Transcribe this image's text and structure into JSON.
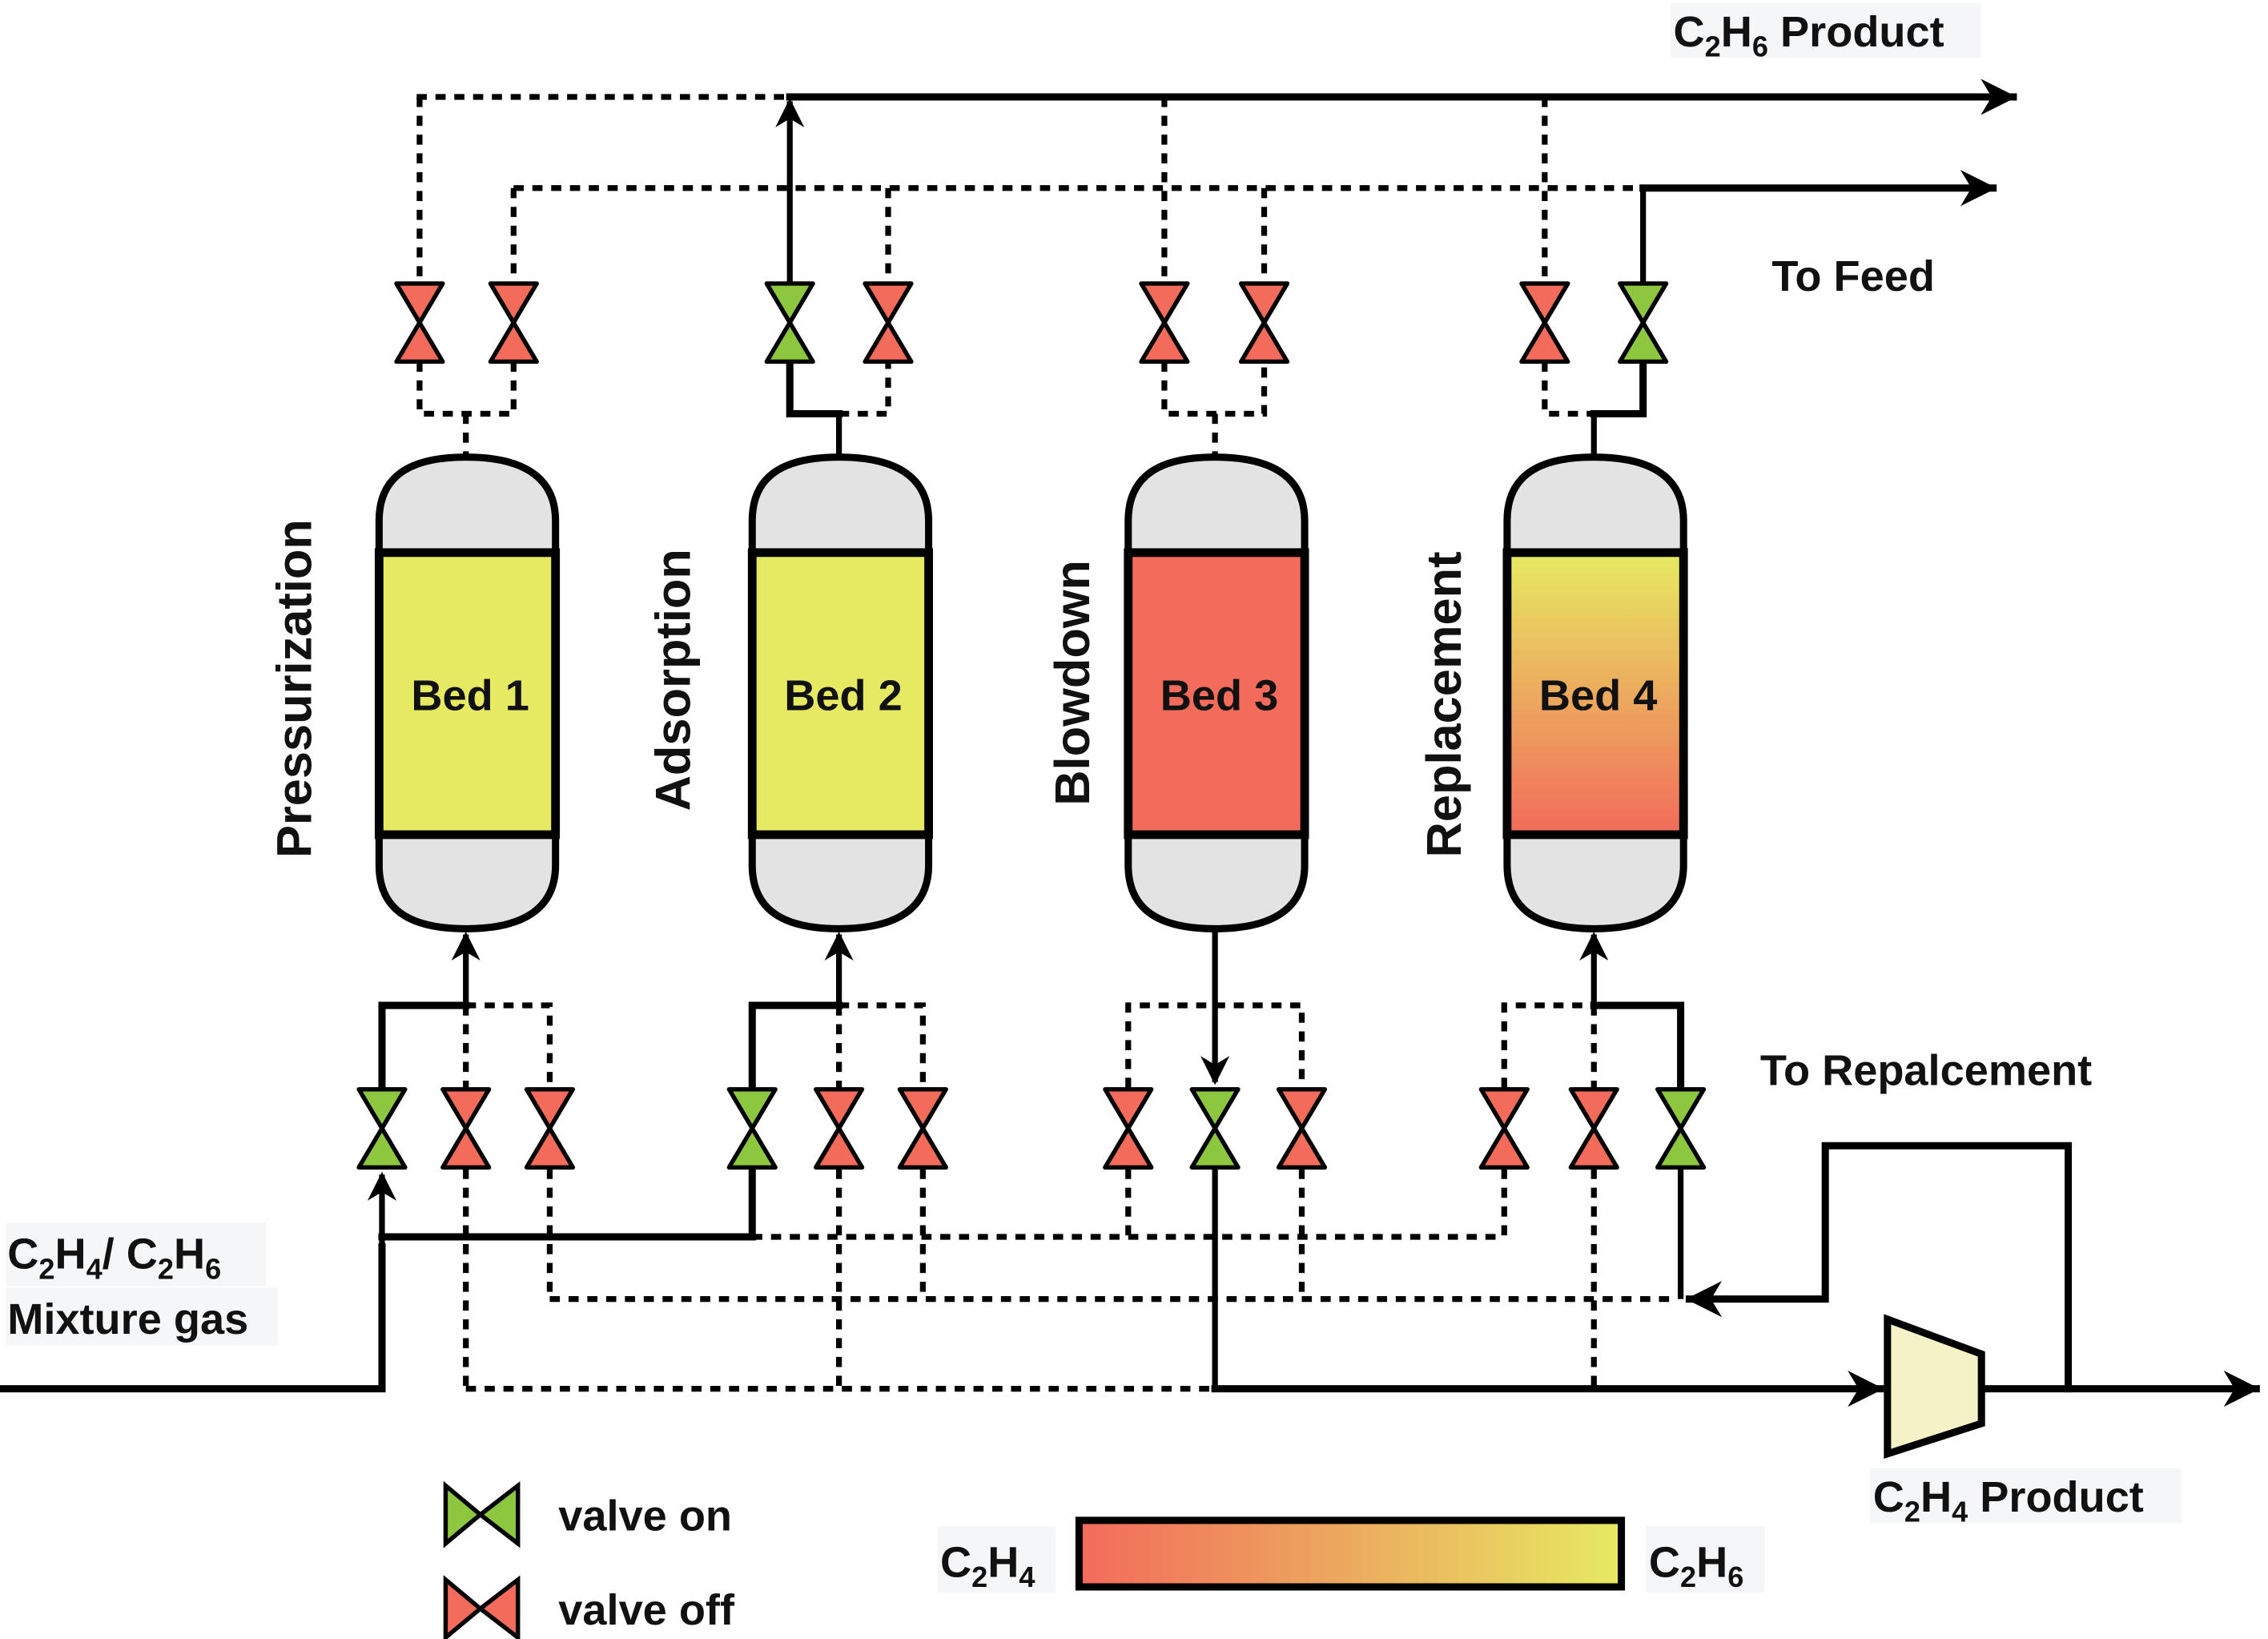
{
  "diagram": {
    "labels": {
      "c2h6_product": {
        "base": "C",
        "sub1": "2",
        "mid": "H",
        "sub2": "6",
        "tail": " Product"
      },
      "to_feed": "To Feed",
      "to_replacement": "To Repalcement",
      "feed_line1": {
        "a": "C",
        "a_sub": "2",
        "b": "H",
        "b_sub": "4",
        "c": "/ C",
        "c_sub": "2",
        "d": "H",
        "d_sub": "6"
      },
      "feed_line2": "Mixture gas",
      "c2h4_product": {
        "base": "C",
        "sub1": "2",
        "mid": "H",
        "sub2": "4",
        "tail": " Product"
      }
    },
    "colors": {
      "valve_on": "#8dc63f",
      "valve_off": "#f26b5b",
      "c2h4": "#f26b5b",
      "c2h6": "#e6ea62",
      "vessel_cap": "#e3e3e3",
      "compressor": "#f5f2c8"
    },
    "beds": [
      {
        "name": "Bed 1",
        "step": "Pressurization",
        "fill": "c2h6",
        "top_valves": [
          "off",
          "off"
        ],
        "bottom_valves": [
          "on",
          "off",
          "off"
        ]
      },
      {
        "name": "Bed 2",
        "step": "Adsorption",
        "fill": "c2h6",
        "top_valves": [
          "on",
          "off"
        ],
        "bottom_valves": [
          "on",
          "off",
          "off"
        ]
      },
      {
        "name": "Bed 3",
        "step": "Blowdown",
        "fill": "c2h4",
        "top_valves": [
          "off",
          "off"
        ],
        "bottom_valves": [
          "off",
          "on",
          "off"
        ]
      },
      {
        "name": "Bed 4",
        "step": "Replacement",
        "fill": "gradient",
        "top_valves": [
          "off",
          "on"
        ],
        "bottom_valves": [
          "off",
          "off",
          "on"
        ]
      }
    ],
    "legend": {
      "valve_on": "valve on",
      "valve_off": "valve off",
      "scale_left": {
        "base": "C",
        "sub1": "2",
        "mid": "H",
        "sub2": "4"
      },
      "scale_right": {
        "base": "C",
        "sub1": "2",
        "mid": "H",
        "sub2": "6"
      }
    }
  }
}
